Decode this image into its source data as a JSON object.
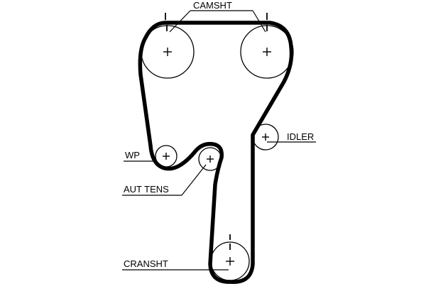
{
  "labels": {
    "camshaft": "CAMSHT",
    "water_pump": "WP",
    "auto_tensioner": "AUT TENS",
    "idler": "IDLER",
    "crankshaft": "CRANSHT"
  },
  "colors": {
    "belt": "#000000",
    "background": "#ffffff"
  }
}
